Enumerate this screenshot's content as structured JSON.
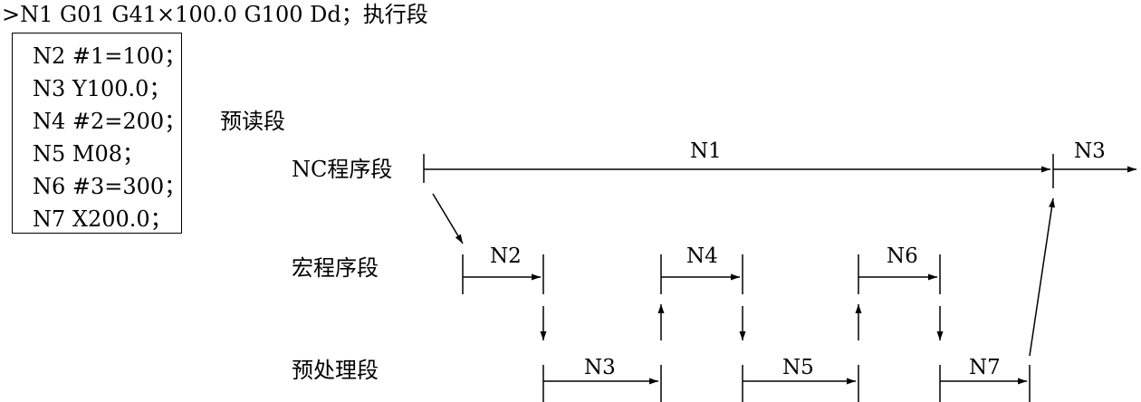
{
  "header": {
    "prompt_symbol": ">",
    "text": "N1 G01 G41×100.0 G100 Dd；执行段"
  },
  "code_block": {
    "lines": [
      "N2 #1=100；",
      "N3 Y100.0；",
      "N4 #2=200；",
      "N5 M08；",
      "N6 #3=300；",
      "N7 X200.0；"
    ]
  },
  "section_title": "预读段",
  "rows": {
    "nc": "NC程序段",
    "macro": "宏程序段",
    "pre": "预处理段"
  },
  "segments": {
    "n1": "N1",
    "n3_top": "N3",
    "n2": "N2",
    "n4": "N4",
    "n6": "N6",
    "n3": "N3",
    "n5": "N5",
    "n7": "N7"
  }
}
